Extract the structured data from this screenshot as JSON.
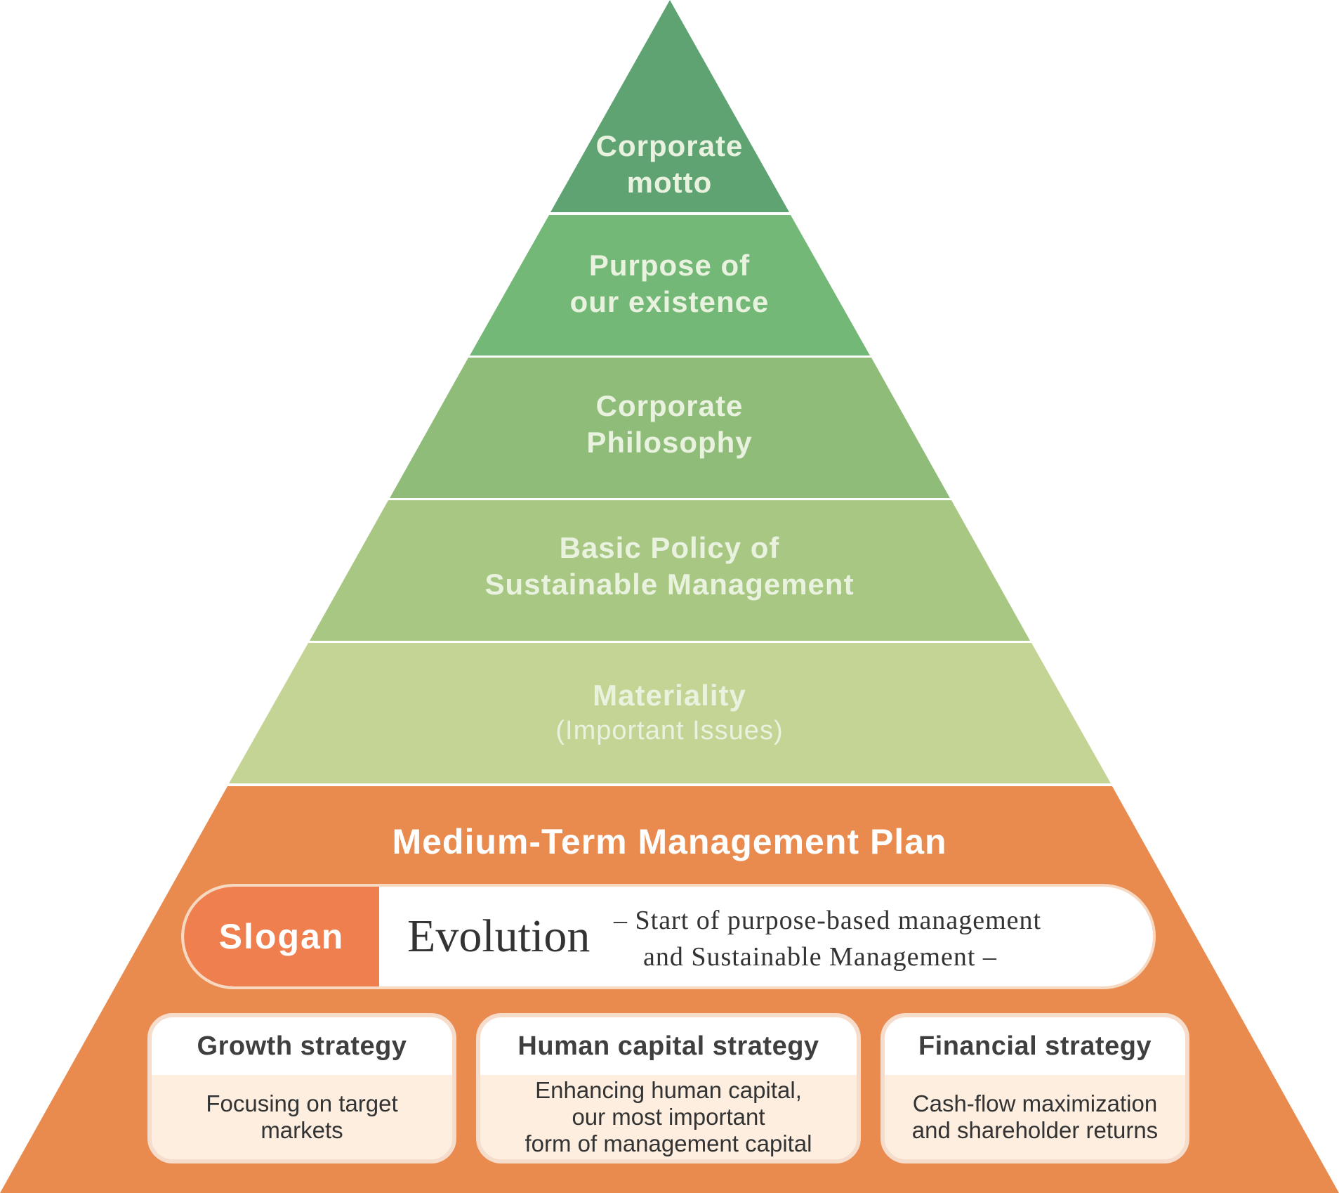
{
  "colors": {
    "tier1": "#5fa373",
    "tier2": "#74b877",
    "tier3": "#90bc7a",
    "tier4": "#a8c783",
    "tier5": "#c4d494",
    "plan": "#e98b4e",
    "slogan_tag": "#ef7f4e",
    "card_body": "#fdeee0"
  },
  "tiers": [
    {
      "line1": "Corporate",
      "line2": "motto"
    },
    {
      "line1": "Purpose of",
      "line2": "our existence"
    },
    {
      "line1": "Corporate",
      "line2": "Philosophy"
    },
    {
      "line1": "Basic Policy of",
      "line2": "Sustainable Management"
    },
    {
      "line1": "Materiality",
      "line2": "(Important Issues)"
    }
  ],
  "plan": {
    "title": "Medium-Term Management Plan",
    "slogan_label": "Slogan",
    "slogan_text": "Evolution",
    "slogan_sub_line1": "– Start of purpose-based management",
    "slogan_sub_line2": "and Sustainable Management –"
  },
  "strategies": [
    {
      "title": "Growth strategy",
      "body": "Focusing on target\nmarkets"
    },
    {
      "title": "Human capital strategy",
      "body": "Enhancing human capital,\nour most important\nform of management capital"
    },
    {
      "title": "Financial strategy",
      "body": "Cash-flow maximization\nand shareholder returns"
    }
  ]
}
